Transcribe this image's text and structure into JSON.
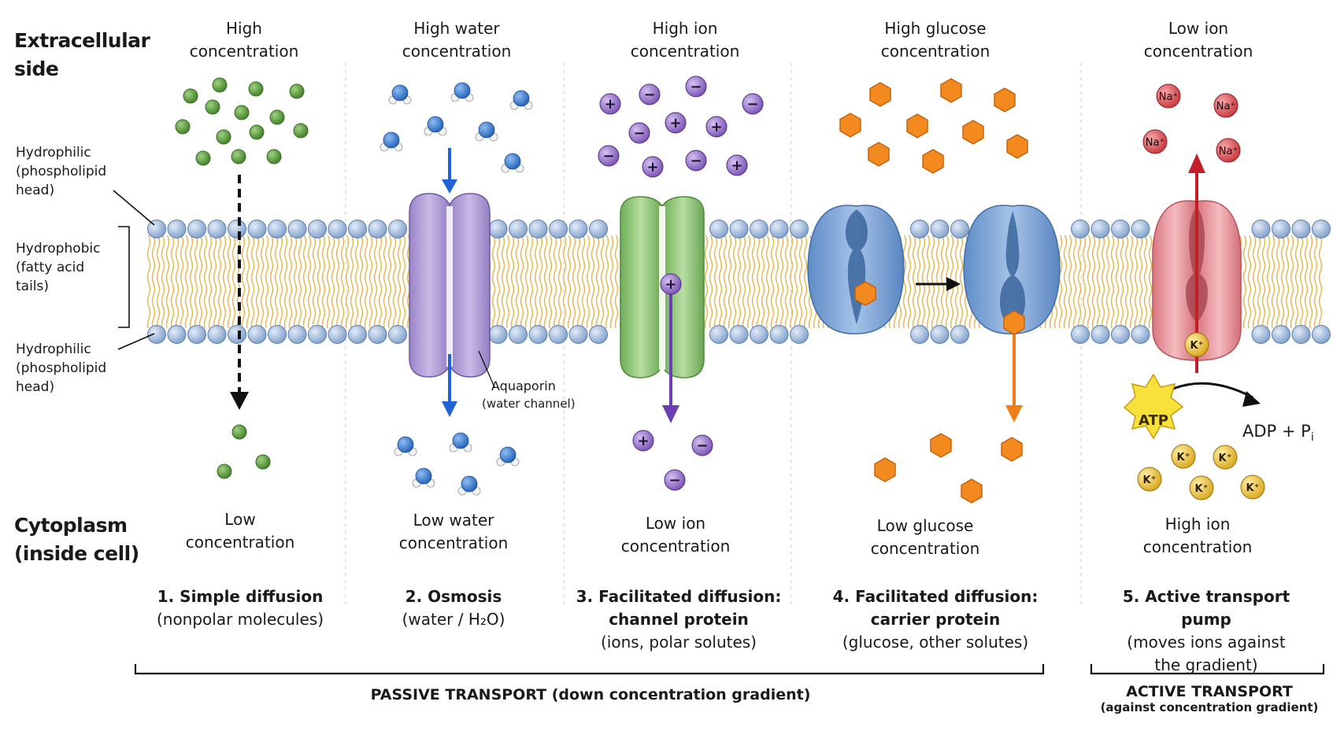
{
  "regions": {
    "extracellular": "Extracellular side",
    "cytoplasm_line1": "Cytoplasm",
    "cytoplasm_line2": "(inside cell)"
  },
  "membrane_labels": {
    "hydrophilic_top": [
      "Hydrophilic",
      "(phospholipid",
      "head)"
    ],
    "hydrophobic": [
      "Hydrophobic",
      "(fatty acid",
      "tails)"
    ],
    "hydrophilic_bottom": [
      "Hydrophilic",
      "(phospholipid",
      "head)"
    ]
  },
  "top_labels": [
    [
      "High",
      "concentration"
    ],
    [
      "High water",
      "concentration"
    ],
    [
      "High ion",
      "concentration"
    ],
    [
      "High glucose",
      "concentration"
    ],
    [
      "Low ion",
      "concentration"
    ]
  ],
  "bottom_labels": [
    [
      "Low",
      "concentration"
    ],
    [
      "Low water",
      "concentration"
    ],
    [
      "Low ion",
      "concentration"
    ],
    [
      "Low glucose",
      "concentration"
    ],
    [
      "High ion",
      "concentration"
    ]
  ],
  "titles": [
    {
      "title": "1. Simple diffusion",
      "sub": "(nonpolar molecules)"
    },
    {
      "title": "2. Osmosis",
      "sub": "(water / H₂O)"
    },
    {
      "title": "3. Facilitated diffusion:",
      "title2": "channel protein",
      "sub": "(ions, polar solutes)"
    },
    {
      "title": "4. Facilitated diffusion:",
      "title2": "carrier protein",
      "sub": "(glucose, other solutes)"
    },
    {
      "title": "5. Active transport pump",
      "sub": "(moves ions against",
      "sub2": "the gradient)"
    }
  ],
  "aquaporin": [
    "Aquaporin",
    "(water channel)"
  ],
  "pump": {
    "atp": "ATP",
    "adp": "ADP + P",
    "adp_sub": "i",
    "na": "Na⁺",
    "k": "K⁺"
  },
  "ion_signs": {
    "plus": "+",
    "minus": "−"
  },
  "brackets": {
    "passive": "PASSIVE TRANSPORT (down concentration gradient)",
    "active": "ACTIVE TRANSPORT",
    "active_sub": "(against concentration gradient)"
  },
  "colors": {
    "membrane_head": "#a9c4e6",
    "membrane_tail": "#e9c873",
    "small_molecule": "#5a9e3f",
    "water_oxygen": "#3f7fd6",
    "ion": "#9b73cf",
    "glucose": "#f28a1f",
    "aquaporin": "#b7a3d9",
    "channel": "#8fc67a",
    "carrier": "#7ba4d6",
    "pump": "#e99aa0",
    "sodium": "#e35b60",
    "potassium": "#f2c53d",
    "atp": "#f7e13a"
  }
}
